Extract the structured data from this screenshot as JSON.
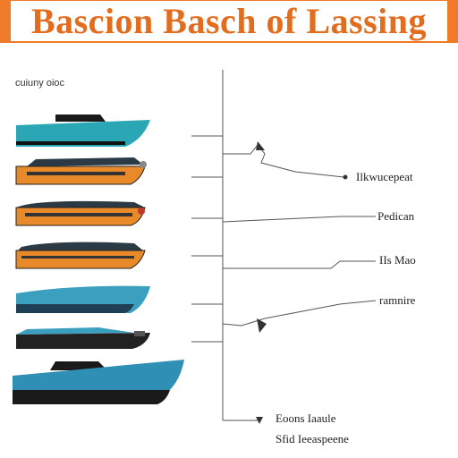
{
  "header": {
    "title": "Bascion Basch of Lassing",
    "accent_color": "#ee7a2a",
    "title_color": "#e36d1f"
  },
  "legend": {
    "subtitle": "cuiuny oioc"
  },
  "boats": [
    {
      "name": "boat-1",
      "hull_color": "#2aa6b5",
      "deck_color": "#1a1a1a"
    },
    {
      "name": "boat-2",
      "hull_color": "#e8892a",
      "deck_color": "#2b3a44"
    },
    {
      "name": "boat-3",
      "hull_color": "#e8892a",
      "deck_color": "#2b3a44"
    },
    {
      "name": "boat-4",
      "hull_color": "#e8892a",
      "deck_color": "#2b3a44"
    },
    {
      "name": "boat-5",
      "hull_color": "#3b9fc0",
      "deck_color": "#1f3f55"
    },
    {
      "name": "boat-6",
      "hull_color": "#222222",
      "deck_color": "#3b9fc0"
    },
    {
      "name": "boat-7",
      "hull_color": "#2f8fb5",
      "deck_color": "#1a1a1a"
    }
  ],
  "labels": [
    "Ilkwucepeat",
    "Pedican",
    "IIs Mao",
    "ramnire",
    "Eoons Iaaule",
    "Sfid Ieeaspeene"
  ]
}
